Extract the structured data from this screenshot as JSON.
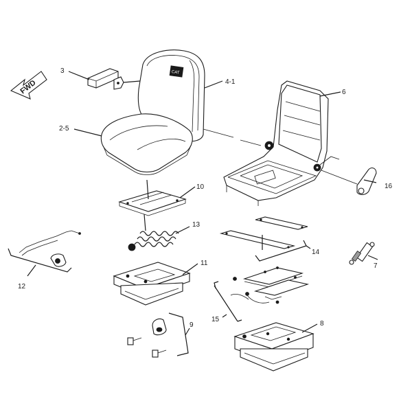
{
  "fwd_arrow": {
    "text": "FWD"
  },
  "badge": {
    "text": "CAT"
  },
  "labels": {
    "l3": "3",
    "l4_1": "4-1",
    "l2_5": "2-5",
    "l6": "6",
    "l10": "10",
    "l16": "16",
    "l13": "13",
    "l12": "12",
    "l14": "14",
    "l11": "11",
    "l7": "7",
    "l15": "15",
    "l9": "9",
    "l8": "8"
  },
  "colors": {
    "line": "#1a1a1a",
    "background": "#ffffff"
  }
}
